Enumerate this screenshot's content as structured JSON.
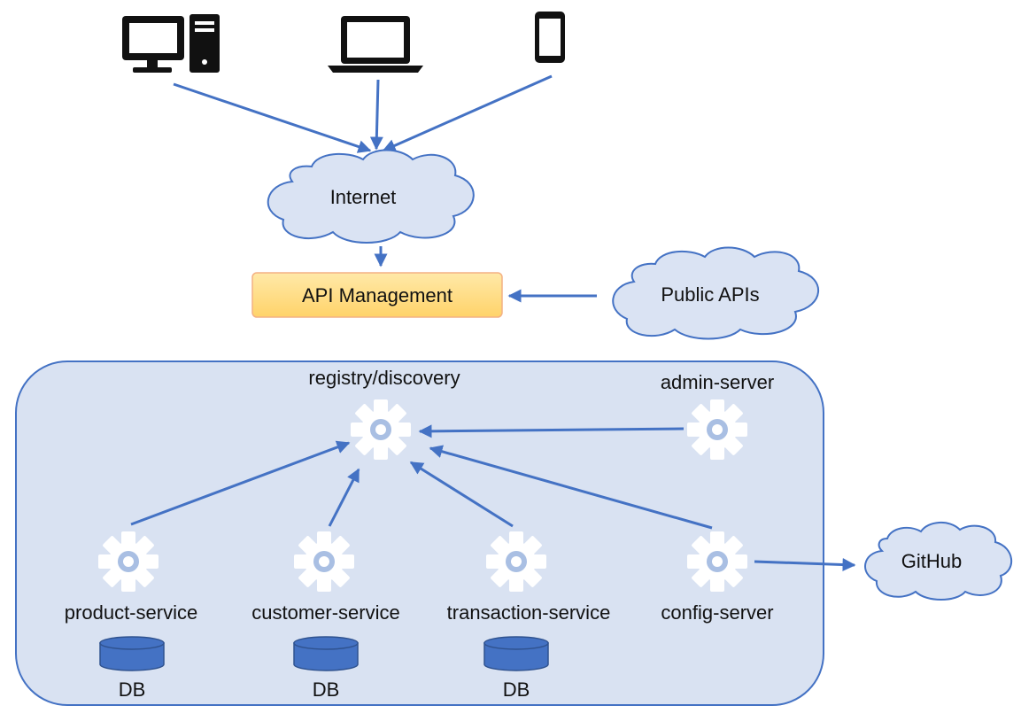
{
  "clients": [
    {
      "name": "desktop-computer-icon"
    },
    {
      "name": "laptop-icon"
    },
    {
      "name": "mobile-phone-icon"
    }
  ],
  "internet": {
    "label": "Internet"
  },
  "api_management": {
    "label": "API Management"
  },
  "public_apis": {
    "label": "Public APIs"
  },
  "github": {
    "label": "GitHub"
  },
  "cluster": {
    "registry": {
      "label": "registry/discovery"
    },
    "admin": {
      "label": "admin-server"
    },
    "services": [
      {
        "label": "product-service",
        "db": "DB"
      },
      {
        "label": "customer-service",
        "db": "DB"
      },
      {
        "label": "transaction-service",
        "db": "DB"
      },
      {
        "label": "config-server"
      }
    ]
  },
  "colors": {
    "accent": "#4472C4",
    "cloud_fill": "#DAE3F3",
    "cluster_fill": "#D9E2F2",
    "gear": "#A9BFE3",
    "db_fill": "#4472C4",
    "api_box_fill": "#FFD966",
    "api_box_border": "#F4B183"
  }
}
